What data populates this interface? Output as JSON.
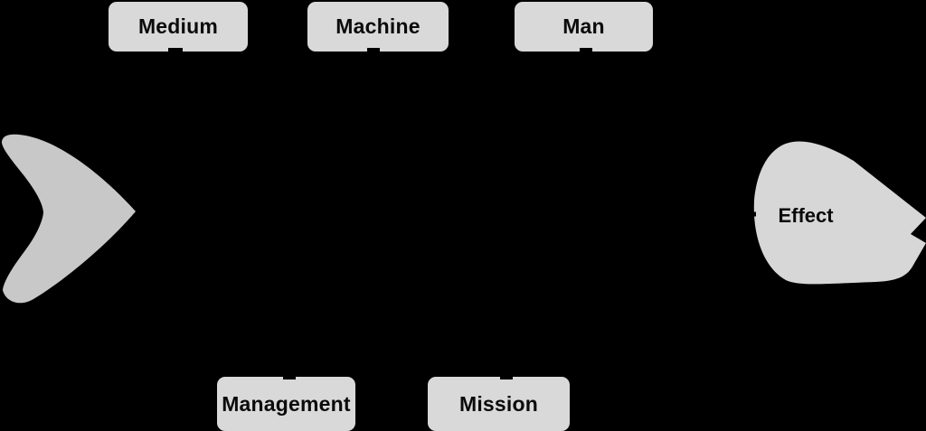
{
  "diagram": {
    "type": "fishbone-cause-effect",
    "background_color": "#000000",
    "effect_label": "Effect",
    "top_categories": [
      {
        "label": "Medium"
      },
      {
        "label": "Machine"
      },
      {
        "label": "Man"
      }
    ],
    "bottom_categories": [
      {
        "label": "Management"
      },
      {
        "label": "Mission"
      }
    ],
    "colors": {
      "category_box_fill": "#d9d9d9",
      "fish_head_fill": "#d7d7d7",
      "fish_tail_fill": "#c8c8c8",
      "label_text": "#0b0b0b",
      "bone_lines": "#000000"
    }
  }
}
